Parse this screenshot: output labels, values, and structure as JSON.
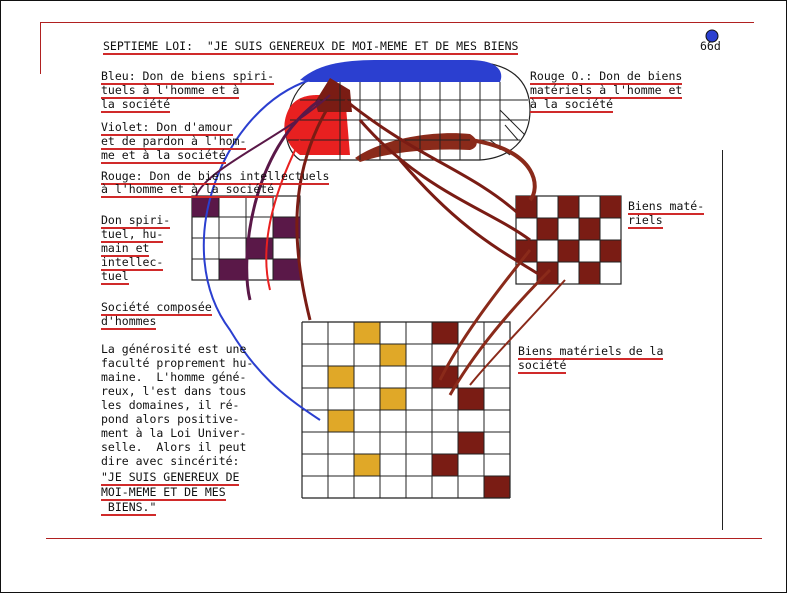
{
  "title": "SEPTIEME LOI:  \"JE SUIS GENEREUX DE MOI-MEME ET DE MES BIENS",
  "page_number": "66d",
  "labels": {
    "bleu": [
      "Bleu: Don de biens spiri-",
      "tuels à l'homme et à",
      "la société"
    ],
    "violet": [
      "Violet: Don d'amour",
      "et de pardon à l'hom-",
      "me et à la société"
    ],
    "rouge": [
      "Rouge: Don de biens intellectuels",
      "à l'homme et à la société"
    ],
    "rouge_o": [
      "Rouge O.: Don de biens",
      "matériels à l'homme et",
      "à la société"
    ],
    "don": [
      "Don spiri-",
      "tuel, hu-",
      "main et",
      "intellec-",
      "tuel"
    ],
    "biens_materiels": [
      "Biens maté-",
      "riels"
    ],
    "societe": [
      "Société composée",
      "d'hommes"
    ],
    "biens_societe": [
      "Biens matériels de la",
      "société"
    ]
  },
  "body_text": [
    "La générosité est une",
    "faculté proprement hu-",
    "maine.  L'homme géné-",
    "reux, l'est dans tous",
    "les domaines, il ré-",
    "pond alors positive-",
    "ment à la Loi Univer-",
    "selle.  Alors il peut",
    "dire avec sincérité:",
    "\"JE SUIS GENEREUX DE",
    "MOI-MEME ET DE MES",
    " BIENS.\""
  ],
  "colors": {
    "blue": "#2b3fd0",
    "red": "#e82020",
    "purple": "#5a1848",
    "brown": "#7a1c14",
    "gold": "#e0a828",
    "underline": "#d02a2a"
  }
}
